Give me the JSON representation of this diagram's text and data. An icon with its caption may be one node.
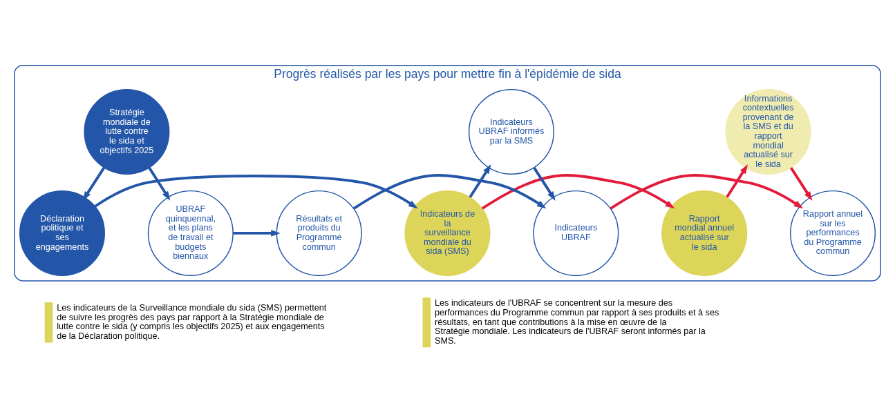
{
  "diagram": {
    "nodes": [
      {
        "text": [
          "Progrès réalisés par les pays pour mettre fin à l'épidémie de sida"
        ]
      },
      {
        "text": [
          "Stratégie mondiale de lutte contre le sida et objectifs 2025"
        ],
        "in": 0
      },
      {
        "text": [
          "Déclaration politique et ses engagements"
        ],
        "in": 0
      },
      {
        "text": [
          "Indicateurs de la surveillance mondiale du sida (SMS)"
        ],
        "in": 0
      },
      {
        "text": [
          "Rapport mondial annuel actualisé sur le sida"
        ],
        "in": 0
      },
      {
        "text": [
          "Indicateurs UBRAF informés par la SMS"
        ],
        "in": 0
      },
      {
        "text": [
          "Informations contextuelles provenant de la SMS et du rapport mondial actualisé sur le sida"
        ],
        "in": 0
      },
      {
        "text": [
          "UBRAF quinquennal, et les plans de travail et budgets biennaux"
        ],
        "in": 0
      },
      {
        "text": [
          "Résultats et produits du Programme commun"
        ],
        "in": 0
      },
      {
        "text": [
          "Indicateurs UBRAF"
        ],
        "in": 0
      },
      {
        "text": [
          "Rapport annuel sur les performances du Programme commun"
        ],
        "in": 0
      }
    ],
    "edges": [
      {
        "from": 1,
        "to": 2,
        "arrow": "to"
      },
      {
        "from": 1,
        "to": 7,
        "arrow": "to"
      },
      {
        "from": 2,
        "to": 3,
        "arrow": "to"
      },
      {
        "from": 3,
        "to": 4,
        "arrow": "to",
        "color": "#e31b3b"
      },
      {
        "from": 3,
        "to": 5,
        "arrow": "to"
      },
      {
        "from": 4,
        "to": 6,
        "arrow": "to",
        "color": "#e31b3b"
      },
      {
        "from": 5,
        "to": 9,
        "arrow": "to"
      },
      {
        "from": 6,
        "to": 10,
        "arrow": "to",
        "color": "#e31b3b"
      },
      {
        "from": 7,
        "to": 8,
        "arrow": "to"
      },
      {
        "from": 8,
        "to": 9,
        "arrow": "to"
      },
      {
        "from": 9,
        "to": 10,
        "arrow": "to",
        "color": "#e31b3b"
      }
    ],
    "legend": [
      {
        "text": "Les indicateurs de la Surveillance mondiale du sida (SMS) permettent de suivre les progrès des pays par rapport à la Stratégie mondiale de lutte contre le sida (y compris les objectifs 2025) et aux engagements de la Déclaration politique.",
        "color": "#dcd55a"
      },
      {
        "text": "Les indicateurs de l'UBRAF se concentrent sur la mesure des performances du Programme commun par rapport à ses produits et à ses résultats, en tant que contributions à la mise en œuvre de la Stratégie mondiale. Les indicateurs de l'UBRAF seront informés par la SMS.",
        "color": "#dcd55a"
      }
    ]
  }
}
